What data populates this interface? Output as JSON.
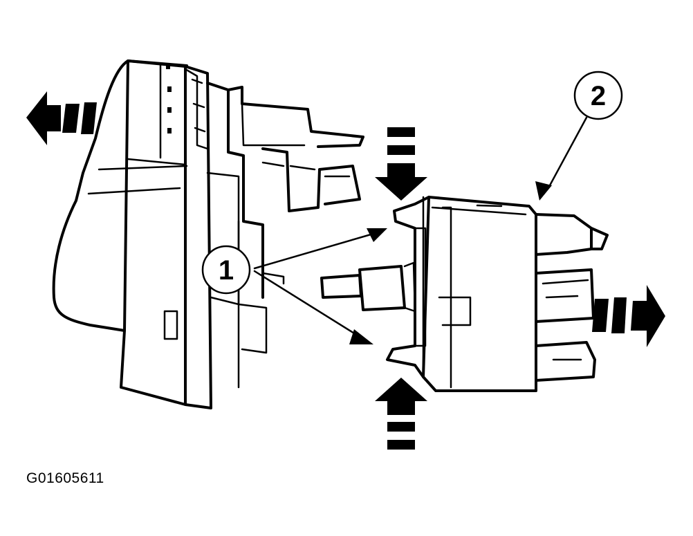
{
  "callouts": [
    {
      "label": "1"
    },
    {
      "label": "2"
    }
  ],
  "figure_code": "G01605611",
  "colors": {
    "ink": "#000000",
    "paper": "#ffffff"
  }
}
